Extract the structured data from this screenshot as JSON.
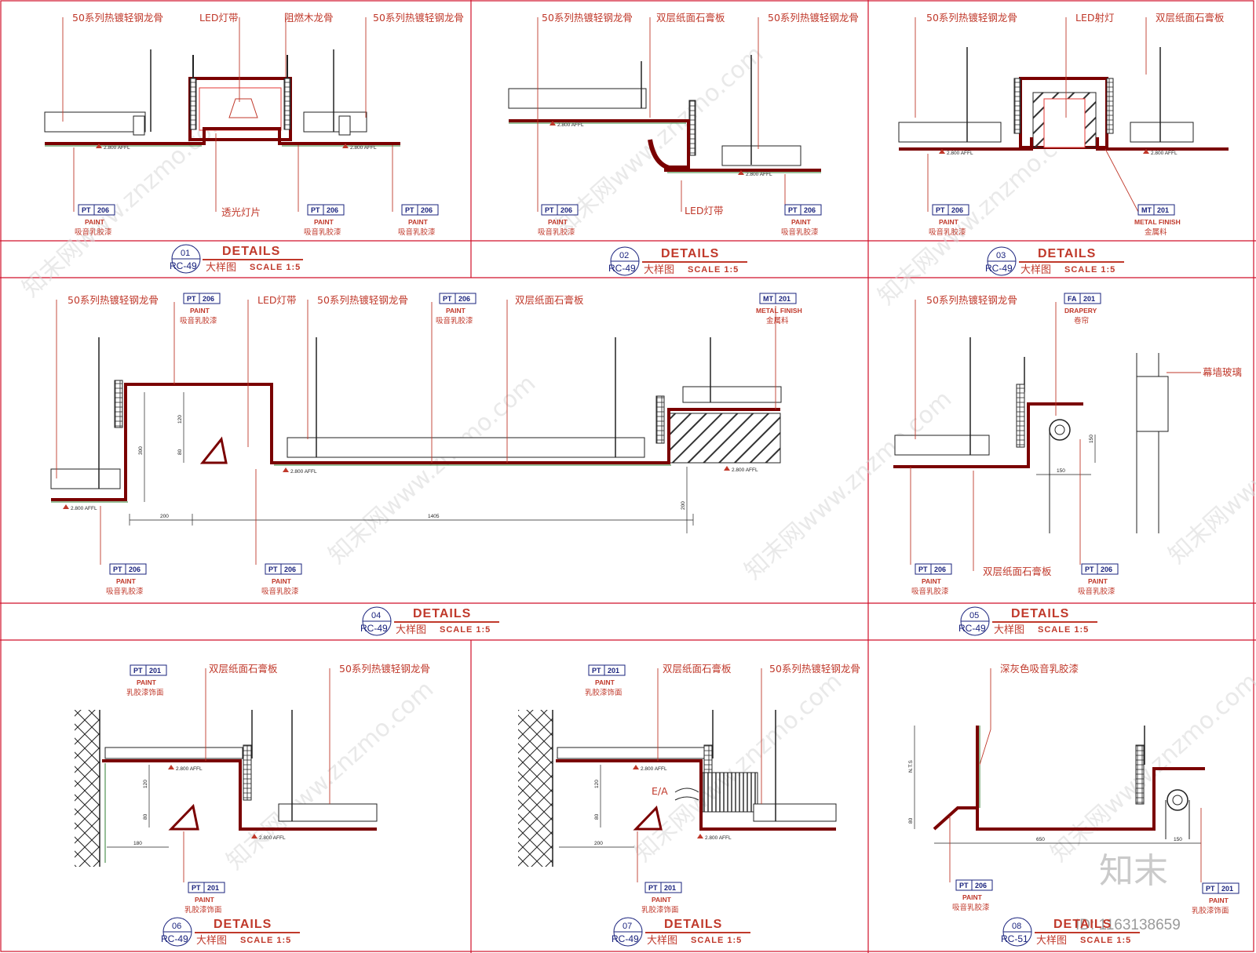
{
  "panels": [
    {
      "num": "01",
      "ref": "RC-49",
      "title": "DETAILS",
      "subtitle": "大样图",
      "scale": "SCALE 1:5",
      "labels": [
        "50系列热镀轻钢龙骨",
        "LED灯带",
        "阻燃木龙骨",
        "50系列热镀轻钢龙骨",
        "透光灯片"
      ],
      "tags": [
        {
          "code": "PT",
          "num": "206",
          "cap": "PAINT",
          "desc": "吸音乳胶漆"
        },
        {
          "code": "PT",
          "num": "206",
          "cap": "PAINT",
          "desc": "吸音乳胶漆"
        },
        {
          "code": "PT",
          "num": "206",
          "cap": "PAINT",
          "desc": "吸音乳胶漆"
        }
      ]
    },
    {
      "num": "02",
      "ref": "RC-49",
      "title": "DETAILS",
      "subtitle": "大样图",
      "scale": "SCALE 1:5",
      "labels": [
        "50系列热镀轻钢龙骨",
        "双层纸面石膏板",
        "50系列热镀轻钢龙骨",
        "LED灯带"
      ],
      "tags": [
        {
          "code": "PT",
          "num": "206",
          "cap": "PAINT",
          "desc": "吸音乳胶漆"
        },
        {
          "code": "PT",
          "num": "206",
          "cap": "PAINT",
          "desc": "吸音乳胶漆"
        }
      ]
    },
    {
      "num": "03",
      "ref": "RC-49",
      "title": "DETAILS",
      "subtitle": "大样图",
      "scale": "SCALE 1:5",
      "labels": [
        "50系列热镀轻钢龙骨",
        "LED射灯",
        "双层纸面石膏板"
      ],
      "tags": [
        {
          "code": "PT",
          "num": "206",
          "cap": "PAINT",
          "desc": "吸音乳胶漆"
        },
        {
          "code": "MT",
          "num": "201",
          "cap": "METAL FINISH",
          "desc": "金属料"
        }
      ]
    },
    {
      "num": "04",
      "ref": "RC-49",
      "title": "DETAILS",
      "subtitle": "大样图",
      "scale": "SCALE 1:5",
      "labels": [
        "50系列热镀轻钢龙骨",
        "LED灯带",
        "50系列热镀轻钢龙骨",
        "双层纸面石膏板"
      ],
      "tags": [
        {
          "code": "PT",
          "num": "206",
          "cap": "PAINT",
          "desc": "吸音乳胶漆"
        },
        {
          "code": "PT",
          "num": "206",
          "cap": "PAINT",
          "desc": "吸音乳胶漆"
        },
        {
          "code": "MT",
          "num": "201",
          "cap": "METAL FINISH",
          "desc": "金属料"
        },
        {
          "code": "PT",
          "num": "206",
          "cap": "PAINT",
          "desc": "吸音乳胶漆"
        },
        {
          "code": "PT",
          "num": "206",
          "cap": "PAINT",
          "desc": "吸音乳胶漆"
        }
      ],
      "dims": [
        "200",
        "1405",
        "300",
        "120",
        "80",
        "200"
      ]
    },
    {
      "num": "05",
      "ref": "RC-49",
      "title": "DETAILS",
      "subtitle": "大样图",
      "scale": "SCALE 1:5",
      "labels": [
        "50系列热镀轻钢龙骨",
        "幕墙玻璃",
        "双层纸面石膏板"
      ],
      "tags": [
        {
          "code": "FA",
          "num": "201",
          "cap": "DRAPERY",
          "desc": "卷帘"
        },
        {
          "code": "PT",
          "num": "206",
          "cap": "PAINT",
          "desc": "吸音乳胶漆"
        },
        {
          "code": "PT",
          "num": "206",
          "cap": "PAINT",
          "desc": "吸音乳胶漆"
        }
      ],
      "dims": [
        "150",
        "150"
      ]
    },
    {
      "num": "06",
      "ref": "RC-49",
      "title": "DETAILS",
      "subtitle": "大样图",
      "scale": "SCALE 1:5",
      "labels": [
        "双层纸面石膏板",
        "50系列热镀轻钢龙骨"
      ],
      "tags": [
        {
          "code": "PT",
          "num": "201",
          "cap": "PAINT",
          "desc": "乳胶漆饰面"
        },
        {
          "code": "PT",
          "num": "201",
          "cap": "PAINT",
          "desc": "乳胶漆饰面"
        }
      ],
      "dims": [
        "180",
        "120",
        "80"
      ]
    },
    {
      "num": "07",
      "ref": "RC-49",
      "title": "DETAILS",
      "subtitle": "大样图",
      "scale": "SCALE 1:5",
      "labels": [
        "双层纸面石膏板",
        "50系列热镀轻钢龙骨",
        "E/A"
      ],
      "tags": [
        {
          "code": "PT",
          "num": "201",
          "cap": "PAINT",
          "desc": "乳胶漆饰面"
        },
        {
          "code": "PT",
          "num": "201",
          "cap": "PAINT",
          "desc": "乳胶漆饰面"
        }
      ],
      "dims": [
        "200",
        "120",
        "80"
      ]
    },
    {
      "num": "08",
      "ref": "RC-51",
      "title": "DETAILS",
      "subtitle": "大样图",
      "scale": "SCALE 1:5",
      "labels": [
        "深灰色吸音乳胶漆"
      ],
      "tags": [
        {
          "code": "PT",
          "num": "206",
          "cap": "PAINT",
          "desc": "吸音乳胶漆"
        },
        {
          "code": "PT",
          "num": "201",
          "cap": "PAINT",
          "desc": "乳胶漆饰面"
        }
      ],
      "dims": [
        "650",
        "150",
        "N.T.S",
        "80"
      ]
    }
  ],
  "level_mark": "2.800 AFFL",
  "watermark": {
    "text": "知末网www.znzmo.com",
    "logo": "知末",
    "id": "ID: 1163138659"
  },
  "colors": {
    "frame": "#d0102a",
    "leader": "#c0392b",
    "board": "#7a0000",
    "board_edge": "#e53935",
    "finish_green": "#2e7d32",
    "tag_text": "#1a237e"
  }
}
